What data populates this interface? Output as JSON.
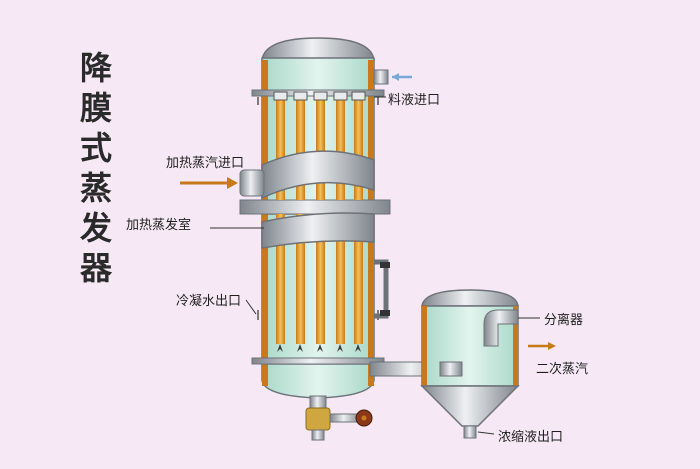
{
  "title_chars": [
    "降",
    "膜",
    "式",
    "蒸",
    "发",
    "器"
  ],
  "labels": {
    "feed_inlet": "料液进口",
    "heating_steam_inlet": "加热蒸汽进口",
    "heating_chamber": "加热蒸发室",
    "condensate_outlet": "冷凝水出口",
    "separator": "分离器",
    "secondary_steam": "二次蒸汽",
    "concentrate_outlet": "浓缩液出口"
  },
  "colors": {
    "background": "#f6e9f5",
    "shell_steel": "#9aa0a6",
    "steel_light": "#d7dade",
    "liquid": "#bfe3d6",
    "tube_orange": "#e9a12f",
    "heat_arrow": "#c67a1a",
    "feed_arrow": "#78a8d8"
  }
}
